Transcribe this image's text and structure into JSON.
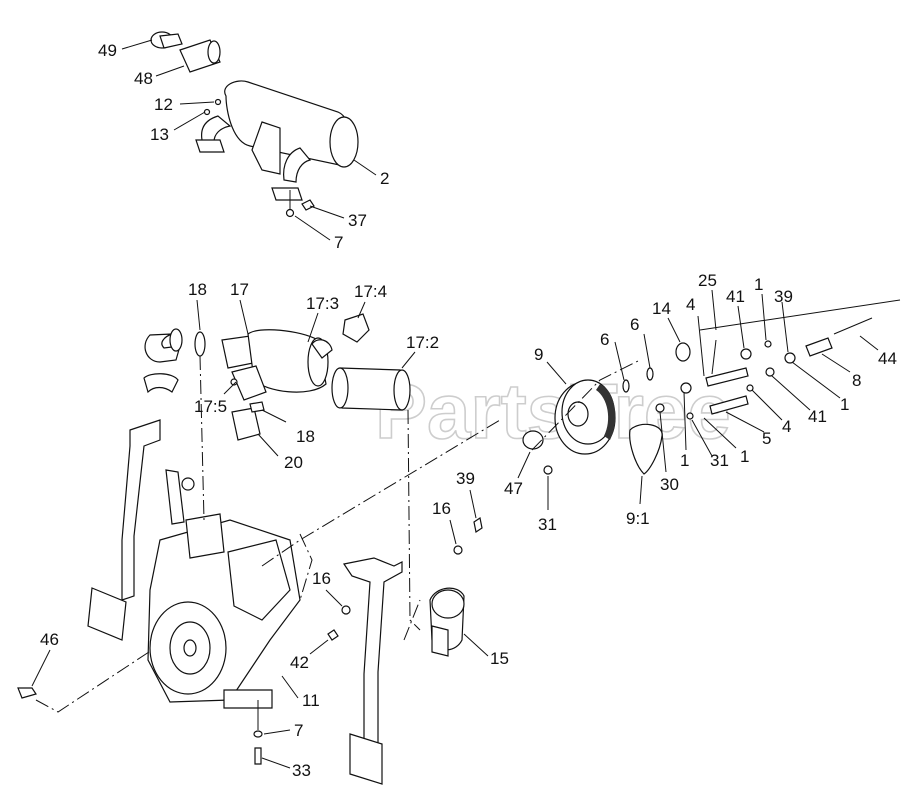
{
  "watermark": "PartsTree",
  "callouts": {
    "c49": "49",
    "c48": "48",
    "c12": "12",
    "c13": "13",
    "c2": "2",
    "c37": "37",
    "c7a": "7",
    "c18a": "18",
    "c17": "17",
    "c17_3": "17:3",
    "c17_4": "17:4",
    "c17_2": "17:2",
    "c17_5": "17:5",
    "c18b": "18",
    "c20": "20",
    "c25": "25",
    "c4a": "4",
    "c41a": "41",
    "c1a": "1",
    "c39a": "39",
    "c14": "14",
    "c6a": "6",
    "c6b": "6",
    "c9": "9",
    "c44": "44",
    "c8": "8",
    "c1b": "1",
    "c41b": "41",
    "c4b": "4",
    "c5": "5",
    "c1c": "1",
    "c1d": "1",
    "c31a": "31",
    "c30": "30",
    "c47": "47",
    "c31b": "31",
    "c9_1": "9:1",
    "c39b": "39",
    "c16a": "16",
    "c16b": "16",
    "c42": "42",
    "c15": "15",
    "c46": "46",
    "c11": "11",
    "c7b": "7",
    "c33": "33"
  }
}
